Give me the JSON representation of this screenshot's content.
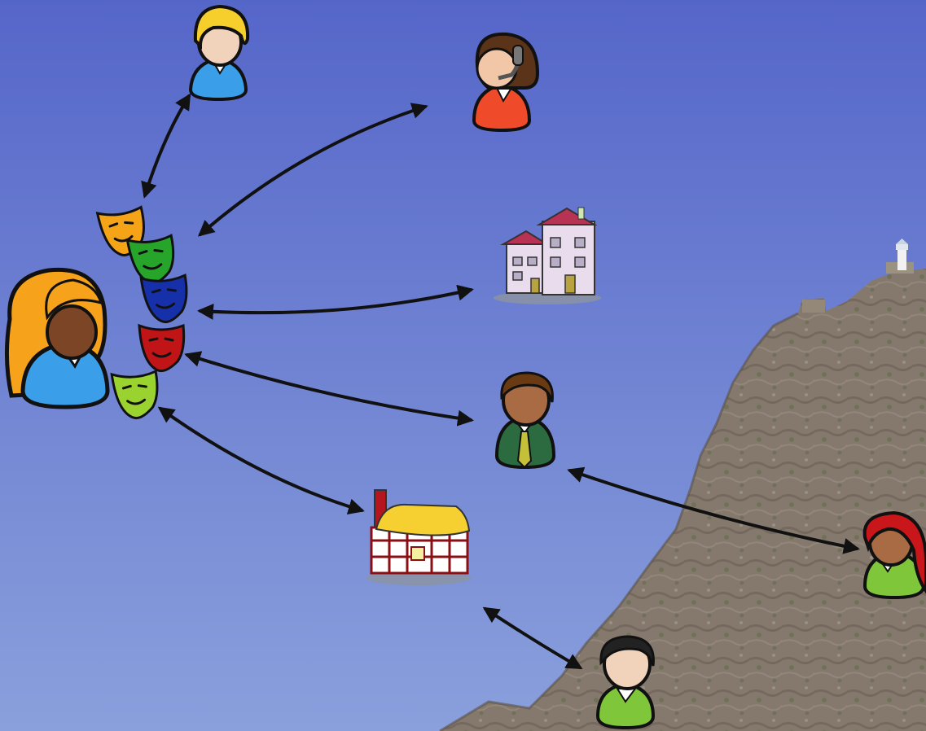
{
  "scene": {
    "colors": {
      "sky_top": "#5566c9",
      "sky_bottom": "#8aa0dc",
      "rock": "#85796d",
      "arrow": "#111111"
    }
  },
  "actors": {
    "central_person": {
      "icon": "woman-long-orange-hair-icon",
      "shirt": "#3a9fe8",
      "hair": "#f7a21b"
    },
    "masks": [
      {
        "icon": "mask-icon",
        "color": "#f5a418"
      },
      {
        "icon": "mask-icon",
        "color": "#27a52b"
      },
      {
        "icon": "mask-icon",
        "color": "#1530a8"
      },
      {
        "icon": "mask-icon",
        "color": "#c01416"
      },
      {
        "icon": "mask-icon",
        "color": "#9ad230"
      }
    ],
    "blonde_person": {
      "icon": "blonde-person-icon",
      "shirt": "#3a9fe8",
      "hair": "#f7cf2d"
    },
    "headset_person": {
      "icon": "call-center-person-icon",
      "shirt": "#ef4a2a",
      "hair": "#5a3318"
    },
    "office_building": {
      "icon": "office-building-icon",
      "wall": "#e8dced",
      "roof": "#b73253"
    },
    "businessman": {
      "icon": "businessman-icon",
      "suit": "#2b6b3f",
      "tie": "#c4c03a",
      "hair": "#6a3b13"
    },
    "cottage": {
      "icon": "cottage-icon",
      "roof": "#f6cf30",
      "beams": "#8a0f15"
    },
    "redhead_person": {
      "icon": "redhead-person-icon",
      "shirt": "#80c63a",
      "hair": "#c8161a"
    },
    "dark_hair_person": {
      "icon": "dark-hair-person-icon",
      "shirt": "#80c63a",
      "hair": "#222222"
    }
  },
  "links": [
    {
      "from": "masks",
      "to": "blonde_person",
      "bidirectional": true
    },
    {
      "from": "masks",
      "to": "headset_person",
      "bidirectional": true
    },
    {
      "from": "masks",
      "to": "office_building",
      "bidirectional": true
    },
    {
      "from": "masks",
      "to": "businessman",
      "bidirectional": true
    },
    {
      "from": "masks",
      "to": "cottage",
      "bidirectional": true
    },
    {
      "from": "businessman",
      "to": "redhead_person",
      "bidirectional": true
    },
    {
      "from": "cottage",
      "to": "dark_hair_person",
      "bidirectional": true
    }
  ]
}
